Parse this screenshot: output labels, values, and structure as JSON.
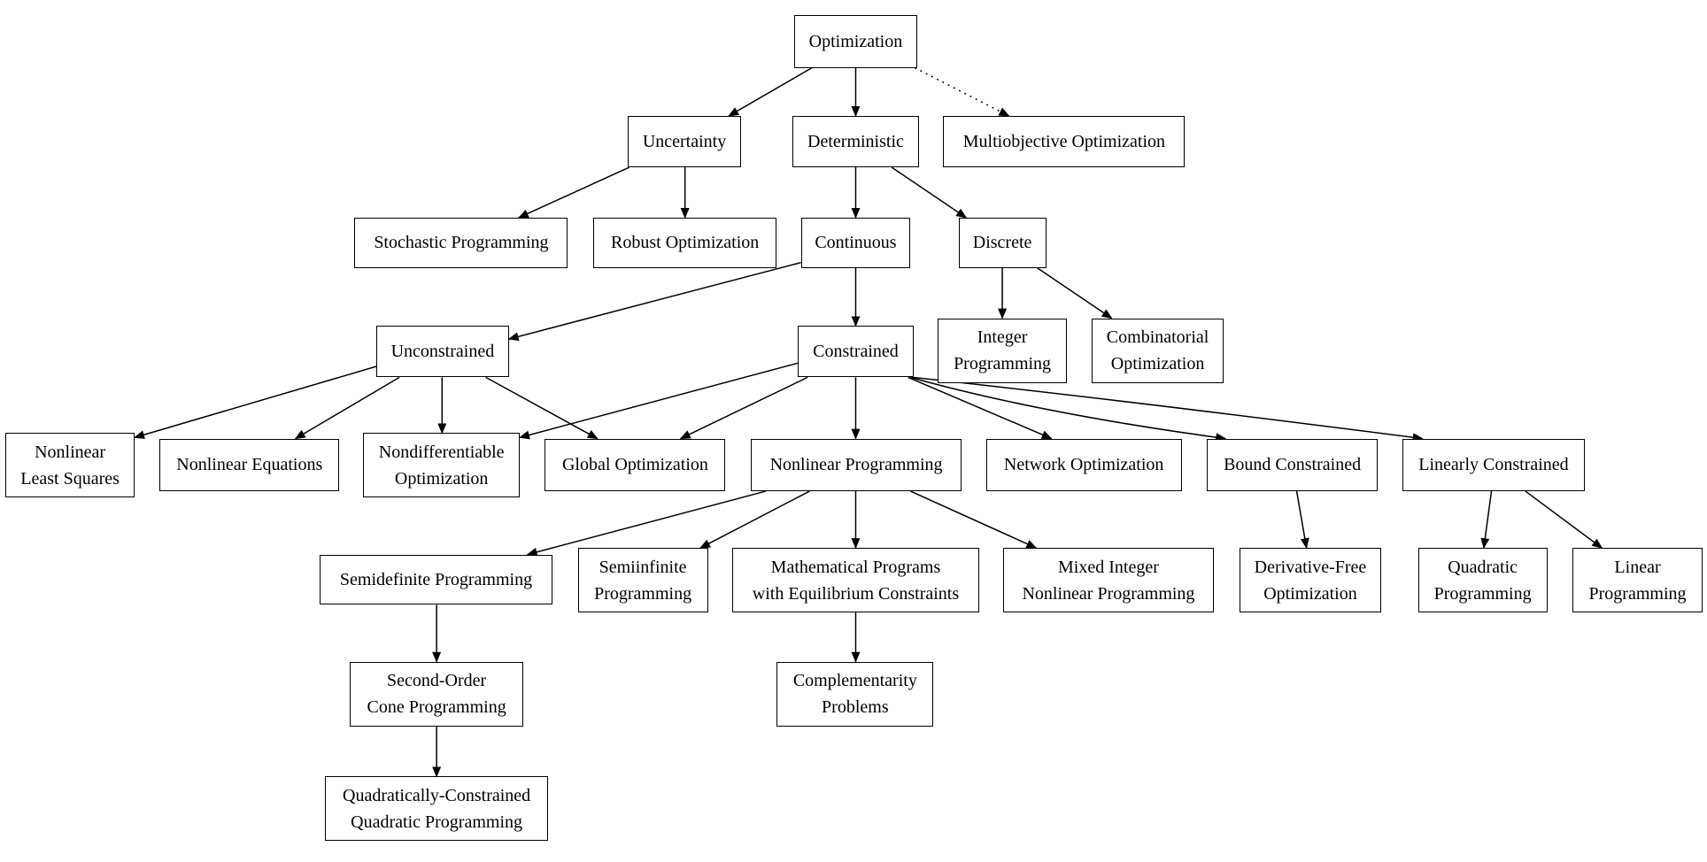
{
  "nodes": {
    "optimization": "Optimization",
    "uncertainty": "Uncertainty",
    "deterministic": "Deterministic",
    "multiobjective": "Multiobjective Optimization",
    "stochastic": "Stochastic Programming",
    "robust": "Robust Optimization",
    "continuous": "Continuous",
    "discrete": "Discrete",
    "unconstrained": "Unconstrained",
    "constrained": "Constrained",
    "integer": "Integer\nProgramming",
    "combinatorial": "Combinatorial\nOptimization",
    "nonlinear_ls": "Nonlinear\nLeast Squares",
    "nonlinear_eq": "Nonlinear Equations",
    "nondiff": "Nondifferentiable\nOptimization",
    "global": "Global Optimization",
    "nlp": "Nonlinear Programming",
    "network": "Network Optimization",
    "bound": "Bound Constrained",
    "linearly": "Linearly Constrained",
    "sdp": "Semidefinite Programming",
    "semiinf": "Semiinfinite\nProgramming",
    "mpec": "Mathematical Programs\nwith Equilibrium Constraints",
    "minlp": "Mixed Integer\nNonlinear Programming",
    "dfo": "Derivative-Free\nOptimization",
    "qp": "Quadratic\nProgramming",
    "lp": "Linear\nProgramming",
    "socp": "Second-Order\nCone Programming",
    "complementarity": "Complementarity\nProblems",
    "qcqp": "Quadratically-Constrained\nQuadratic Programming"
  },
  "edges": [
    {
      "from": "optimization",
      "to": "uncertainty",
      "style": "solid"
    },
    {
      "from": "optimization",
      "to": "deterministic",
      "style": "solid"
    },
    {
      "from": "optimization",
      "to": "multiobjective",
      "style": "dotted"
    },
    {
      "from": "uncertainty",
      "to": "stochastic",
      "style": "solid"
    },
    {
      "from": "uncertainty",
      "to": "robust",
      "style": "solid"
    },
    {
      "from": "deterministic",
      "to": "continuous",
      "style": "solid"
    },
    {
      "from": "deterministic",
      "to": "discrete",
      "style": "solid"
    },
    {
      "from": "continuous",
      "to": "unconstrained",
      "style": "solid"
    },
    {
      "from": "continuous",
      "to": "constrained",
      "style": "solid"
    },
    {
      "from": "discrete",
      "to": "integer",
      "style": "solid"
    },
    {
      "from": "discrete",
      "to": "combinatorial",
      "style": "solid"
    },
    {
      "from": "unconstrained",
      "to": "nonlinear_ls",
      "style": "solid"
    },
    {
      "from": "unconstrained",
      "to": "nonlinear_eq",
      "style": "solid"
    },
    {
      "from": "unconstrained",
      "to": "nondiff",
      "style": "solid"
    },
    {
      "from": "unconstrained",
      "to": "global",
      "style": "solid"
    },
    {
      "from": "constrained",
      "to": "nondiff",
      "style": "solid"
    },
    {
      "from": "constrained",
      "to": "global",
      "style": "solid"
    },
    {
      "from": "constrained",
      "to": "nlp",
      "style": "solid"
    },
    {
      "from": "constrained",
      "to": "network",
      "style": "solid"
    },
    {
      "from": "constrained",
      "to": "bound",
      "style": "solid"
    },
    {
      "from": "constrained",
      "to": "linearly",
      "style": "solid"
    },
    {
      "from": "nlp",
      "to": "sdp",
      "style": "solid"
    },
    {
      "from": "nlp",
      "to": "semiinf",
      "style": "solid"
    },
    {
      "from": "nlp",
      "to": "mpec",
      "style": "solid"
    },
    {
      "from": "nlp",
      "to": "minlp",
      "style": "solid"
    },
    {
      "from": "bound",
      "to": "dfo",
      "style": "solid"
    },
    {
      "from": "linearly",
      "to": "qp",
      "style": "solid"
    },
    {
      "from": "linearly",
      "to": "lp",
      "style": "solid"
    },
    {
      "from": "sdp",
      "to": "socp",
      "style": "solid"
    },
    {
      "from": "socp",
      "to": "qcqp",
      "style": "solid"
    },
    {
      "from": "mpec",
      "to": "complementarity",
      "style": "solid"
    }
  ]
}
